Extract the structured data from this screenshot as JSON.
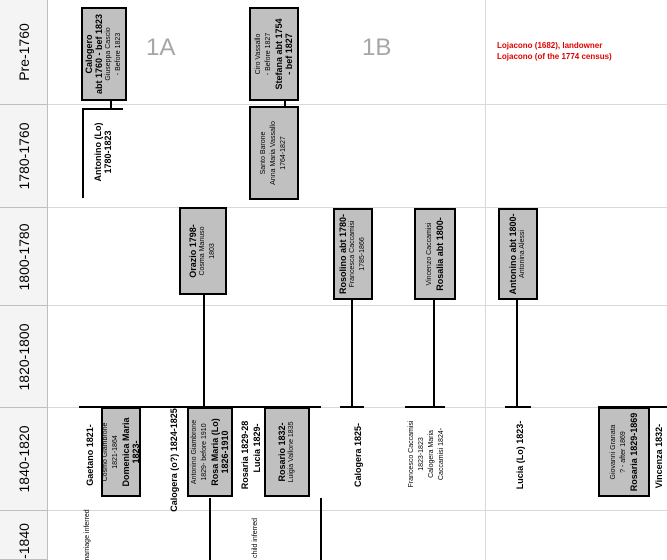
{
  "rows": [
    "Pre-1760",
    "1780-1760",
    "1800-1780",
    "1820-1800",
    "1840-1820",
    "-1840"
  ],
  "sections": {
    "a": "1A",
    "b": "1B"
  },
  "notes": [
    "Lojacono (1682), landowner",
    "Lojacono (of the 1774 census)"
  ],
  "colors": {
    "box_fill": "#c0c0c0",
    "note_red": "#e00000",
    "grid": "#d9d9d9"
  },
  "people": {
    "calogero": {
      "name": "Calogero",
      "dates": "abt 1760 - bef 1823",
      "spouse": "Giuseppa Cascio",
      "spouse_note": "- Before 1823"
    },
    "ciro": {
      "spouse": "Ciro Vassallo",
      "spouse_note": "- Before 1827",
      "name": "Stefana abt 1754",
      "dates": "- bef 1827"
    },
    "antonino": {
      "name": "Antonino (Lo)",
      "dates": "1780-1823"
    },
    "santo": {
      "spouse": "Santo Barone",
      "name": "Anna Maria Vassallo",
      "dates": "1764-1827"
    },
    "orazio": {
      "name": "Orazio 1798-",
      "spouse": "Cosma Manuso",
      "spouse_note": "1803"
    },
    "rosolino": {
      "name": "Rosolino abt 1780-",
      "spouse": "Francesca Caccamisi",
      "spouse_note": "1785-1866"
    },
    "rosalia": {
      "spouse": "Vincenzo Caccamisi",
      "name": "Rosalia abt 1800-"
    },
    "antonino2": {
      "name": "Antonino abt 1800-",
      "spouse": "Antonina Alessi"
    },
    "gaetano": {
      "name": "Gaetano 1821-"
    },
    "domenica": {
      "spouse": "Cosmo Giambrone",
      "spouse_note": "1821-1864",
      "name": "Domenica Maria",
      "dates": "1823-"
    },
    "calogera_o": {
      "name": "Calogera (o?) 1824-1825"
    },
    "rosa": {
      "spouse": "Antonino Giambrone",
      "spouse_note": "1829- before 1910",
      "name": "Rosa Maria (Lo)",
      "dates": "1826-1910"
    },
    "rosaria": {
      "name": "Rosaria 1829-28"
    },
    "lucia1829": {
      "name": "Lucia 1829-"
    },
    "rosario": {
      "name": "Rosario 1832-",
      "spouse": "Luigia Vallone 1835"
    },
    "calogera1825": {
      "name": "Calogera 1825-"
    },
    "francesco": {
      "line1": "Francesco Caccamisi",
      "line2": "1823-1823",
      "line3": "Calogera Maria",
      "line4": "Caccamisi 1824-"
    },
    "lucia1823": {
      "name": "Lucia (Lo) 1823-"
    },
    "rosaria1829": {
      "spouse": "Giovanni Granata",
      "spouse_note": "? - after 1869",
      "name": "Rosaria 1829-1869"
    },
    "vincenza": {
      "name": "Vincenza 1832-"
    },
    "marriage": {
      "text": "marriage inferred"
    },
    "child": {
      "text": "child inferred"
    }
  }
}
